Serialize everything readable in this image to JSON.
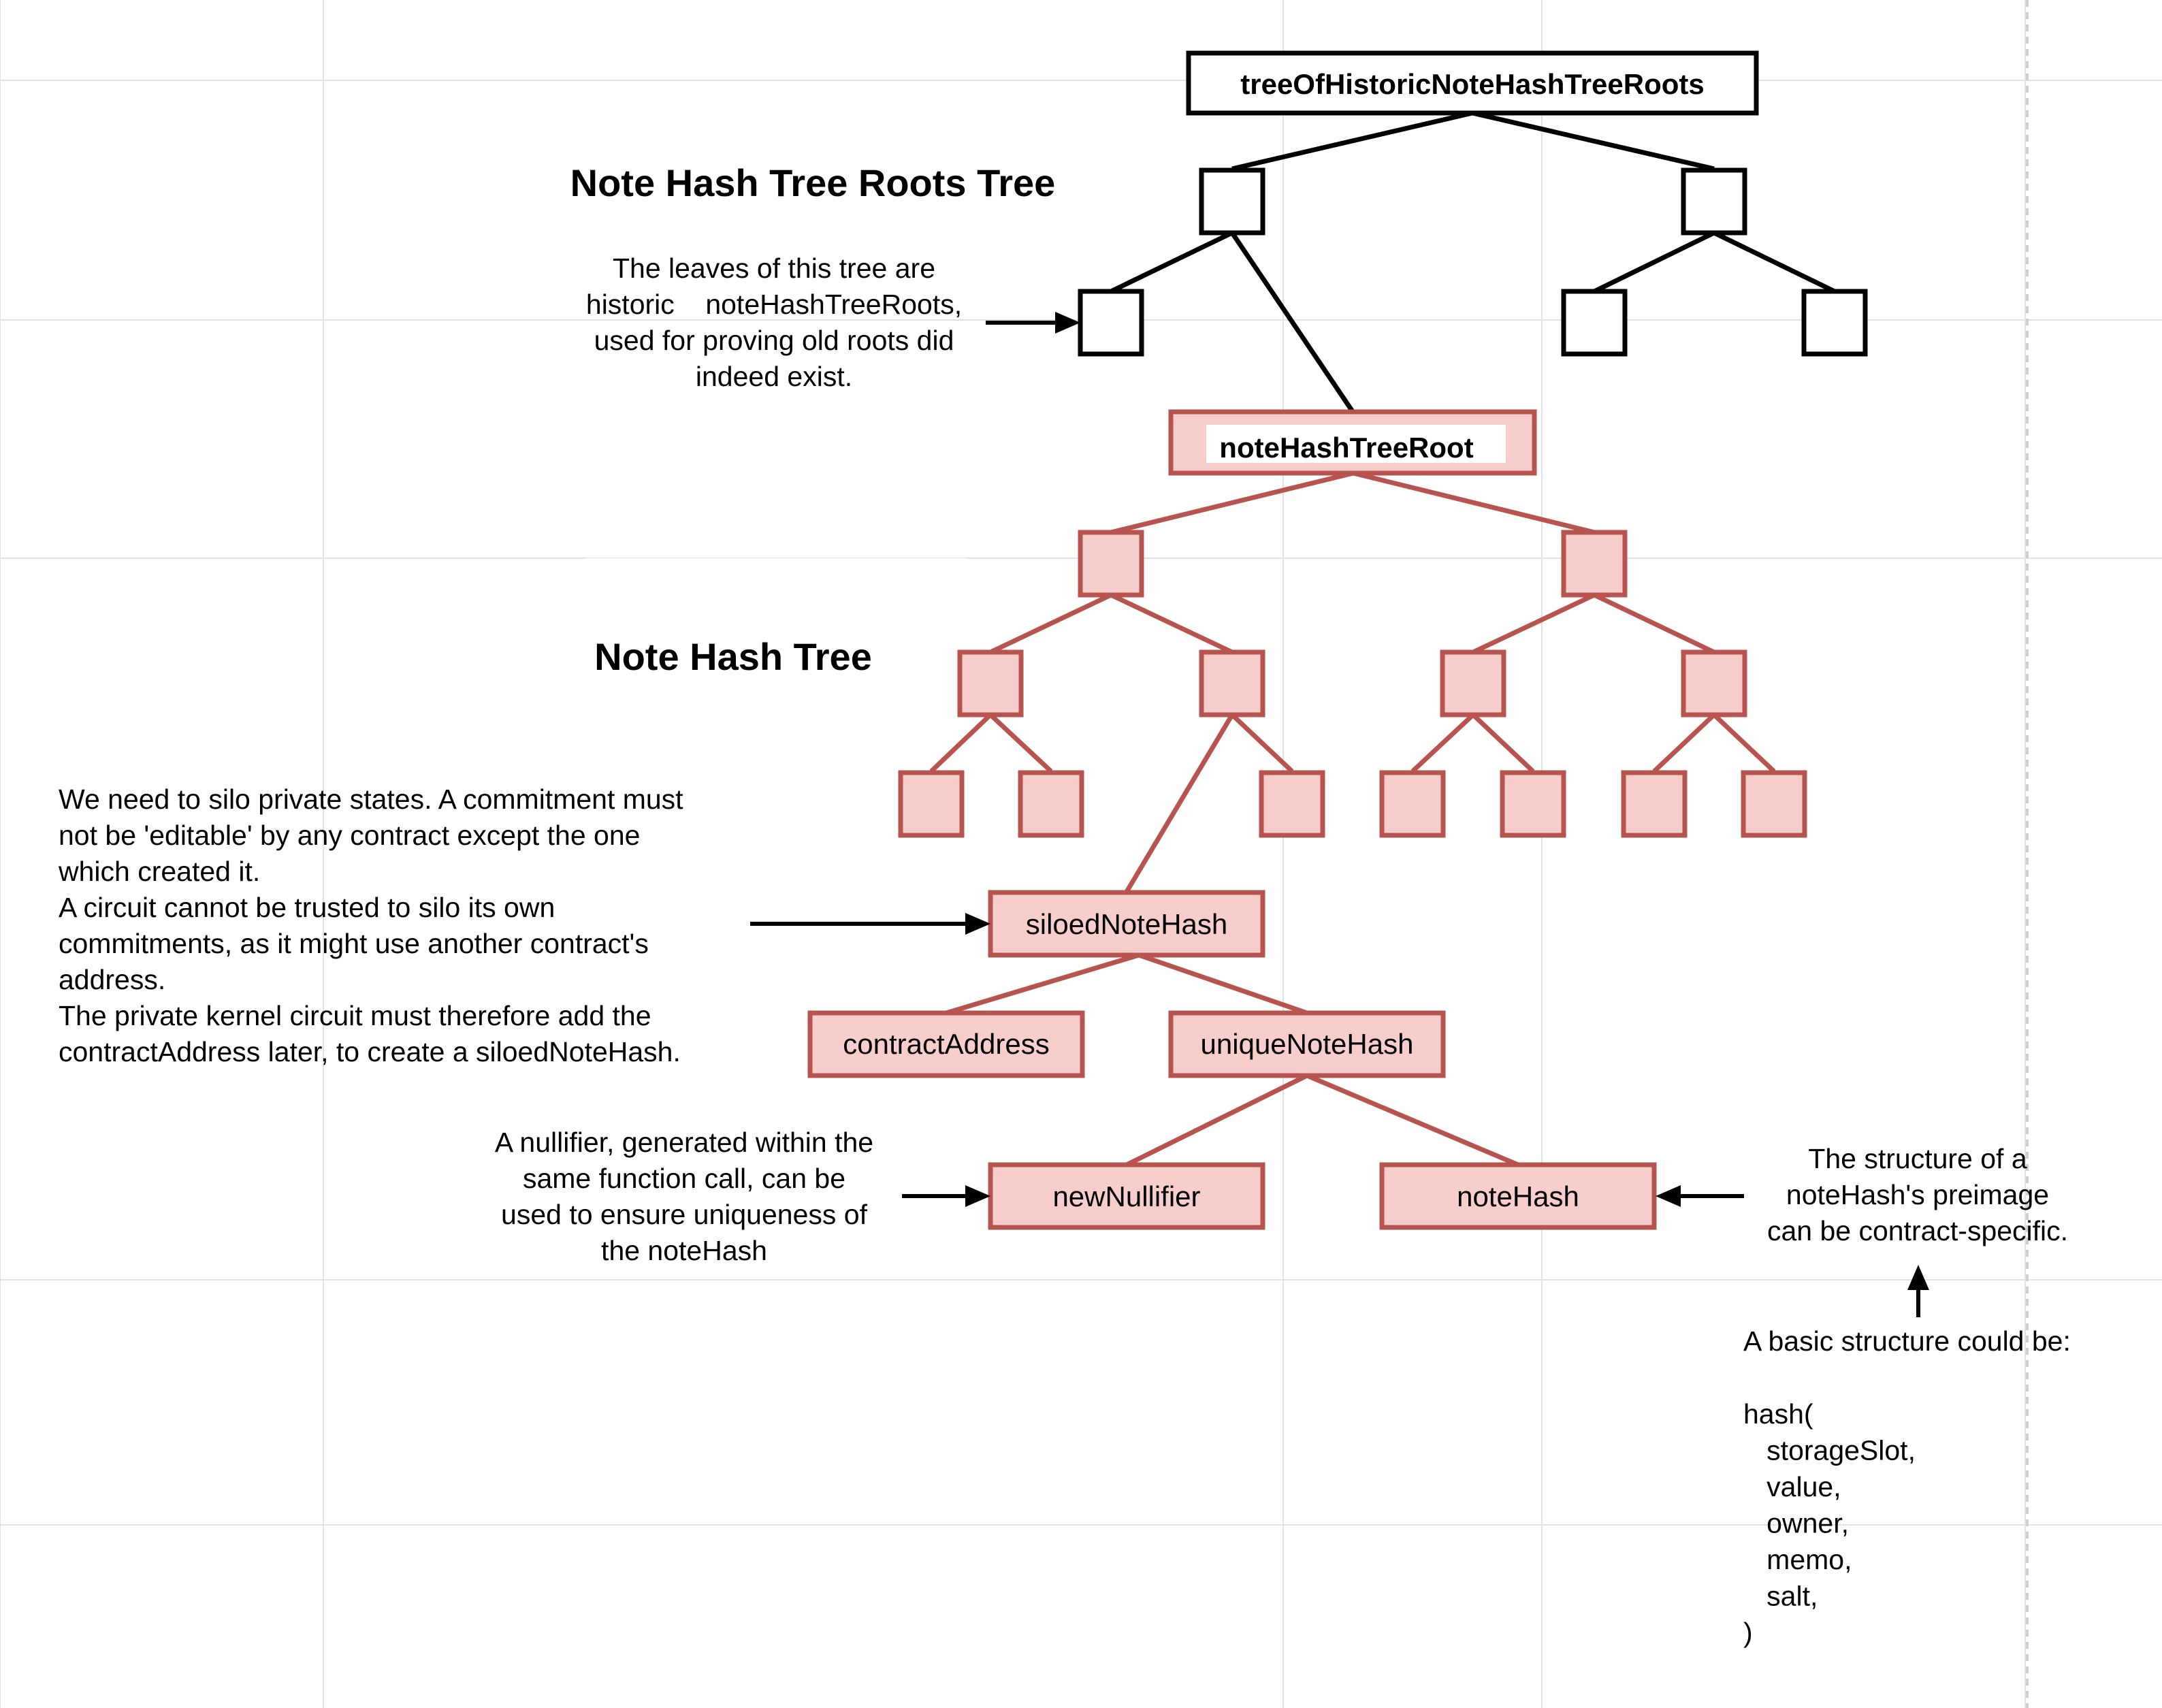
{
  "diagram": {
    "titles": {
      "roots_tree": "Note Hash Tree Roots Tree",
      "note_hash_tree": "Note Hash Tree"
    },
    "nodes": {
      "historic_root": "treeOfHistoricNoteHashTreeRoots",
      "note_hash_tree_root": "noteHashTreeRoot",
      "siloed_note_hash": "siloedNoteHash",
      "contract_address": "contractAddress",
      "unique_note_hash": "uniqueNoteHash",
      "new_nullifier": "newNullifier",
      "note_hash": "noteHash"
    },
    "annotations": {
      "leaves": [
        "The leaves of this tree are",
        "historic    noteHashTreeRoots,",
        "used for proving old roots did",
        "indeed exist."
      ],
      "silo": [
        "We need to silo private states. A commitment must",
        "not be 'editable' by any contract except the one",
        "which created it.",
        "A circuit cannot be trusted to silo its own",
        "commitments, as it might use another contract's",
        "address.",
        "The private kernel circuit must therefore add the",
        "contractAddress later, to create a siloedNoteHash."
      ],
      "nullifier": [
        "A nullifier, generated within the",
        "same function call, can be",
        "used to ensure uniqueness of",
        "the noteHash"
      ],
      "structure": [
        "The structure of a",
        "noteHash's preimage",
        "can be contract-specific."
      ],
      "basic": [
        "A basic structure could be:",
        "",
        "hash(",
        "   storageSlot,",
        "   value,",
        "   owner,",
        "   memo,",
        "   salt,",
        ")"
      ]
    },
    "colors": {
      "red_fill": "#f8cecc",
      "red_stroke": "#b85450",
      "black_stroke": "#000000",
      "grid": "#e2e2e2"
    }
  }
}
